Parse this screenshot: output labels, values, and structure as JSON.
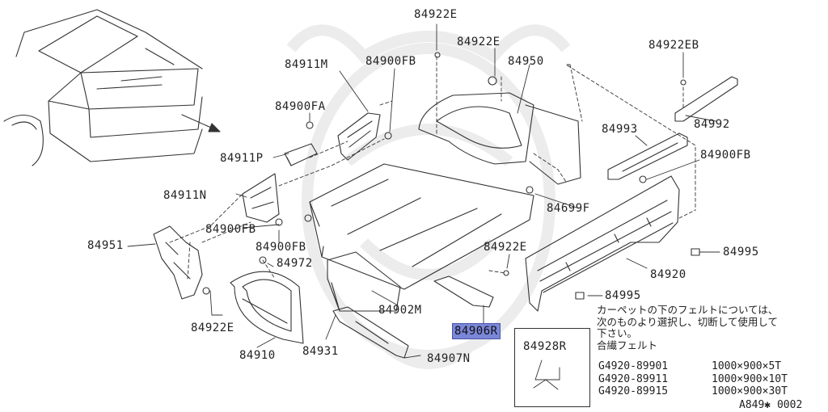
{
  "diagram": {
    "callouts": [
      {
        "id": "c1",
        "label": "84922E"
      },
      {
        "id": "c2",
        "label": "84922E"
      },
      {
        "id": "c3",
        "label": "84950"
      },
      {
        "id": "c4",
        "label": "84922EB"
      },
      {
        "id": "c5",
        "label": "84911M"
      },
      {
        "id": "c6",
        "label": "84900FB"
      },
      {
        "id": "c7",
        "label": "84900FA"
      },
      {
        "id": "c8",
        "label": "84992"
      },
      {
        "id": "c9",
        "label": "84993"
      },
      {
        "id": "c10",
        "label": "84911P"
      },
      {
        "id": "c11",
        "label": "84900FB"
      },
      {
        "id": "c12",
        "label": "84911N"
      },
      {
        "id": "c13",
        "label": "84699F"
      },
      {
        "id": "c14",
        "label": "84900FB"
      },
      {
        "id": "c15",
        "label": "84951"
      },
      {
        "id": "c16",
        "label": "84900FB"
      },
      {
        "id": "c17",
        "label": "84922E"
      },
      {
        "id": "c18",
        "label": "84995"
      },
      {
        "id": "c19",
        "label": "84972"
      },
      {
        "id": "c20",
        "label": "84920"
      },
      {
        "id": "c21",
        "label": "84995"
      },
      {
        "id": "c22",
        "label": "84902M"
      },
      {
        "id": "c23",
        "label": "84922E"
      },
      {
        "id": "c24",
        "label": "84906R",
        "highlighted": true
      },
      {
        "id": "c25",
        "label": "84910"
      },
      {
        "id": "c26",
        "label": "84931"
      },
      {
        "id": "c27",
        "label": "84907N"
      }
    ],
    "inset": {
      "label": "84928R"
    },
    "note": {
      "lines": [
        "カーペットの下のフェルトについては、",
        "次のものより選択し、切断して使用して",
        "下さい。",
        "合繊フェルト"
      ],
      "felts": [
        {
          "part": "G4920-89901",
          "size": "1000×900×5T"
        },
        {
          "part": "G4920-89911",
          "size": "1000×900×10T"
        },
        {
          "part": "G4920-89915",
          "size": "1000×900×30T"
        }
      ]
    },
    "code": "A849✱ 0002",
    "colors": {
      "line": "#333333",
      "highlight": "#7a86d8",
      "watermark": "#ececec"
    }
  }
}
